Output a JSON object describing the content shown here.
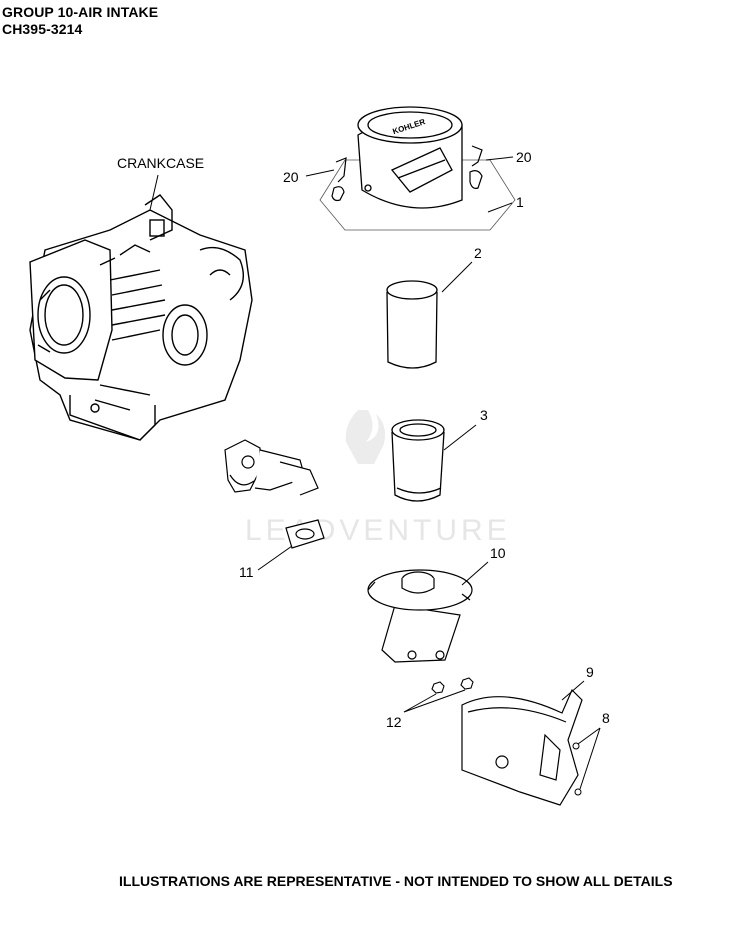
{
  "header": {
    "group_title": "GROUP 10-AIR INTAKE",
    "model": "CH395-3214"
  },
  "footer_note": "ILLUSTRATIONS ARE REPRESENTATIVE - NOT INTENDED TO SHOW ALL DETAILS",
  "watermark": "LEADVENTURE",
  "cover_brand": "KOHLER",
  "labels": {
    "crankcase": "CRANKCASE",
    "part_20_left": "20",
    "part_20_right": "20",
    "part_1": "1",
    "part_2": "2",
    "part_3": "3",
    "part_10": "10",
    "part_11": "11",
    "part_9": "9",
    "part_12": "12",
    "part_8": "8"
  }
}
